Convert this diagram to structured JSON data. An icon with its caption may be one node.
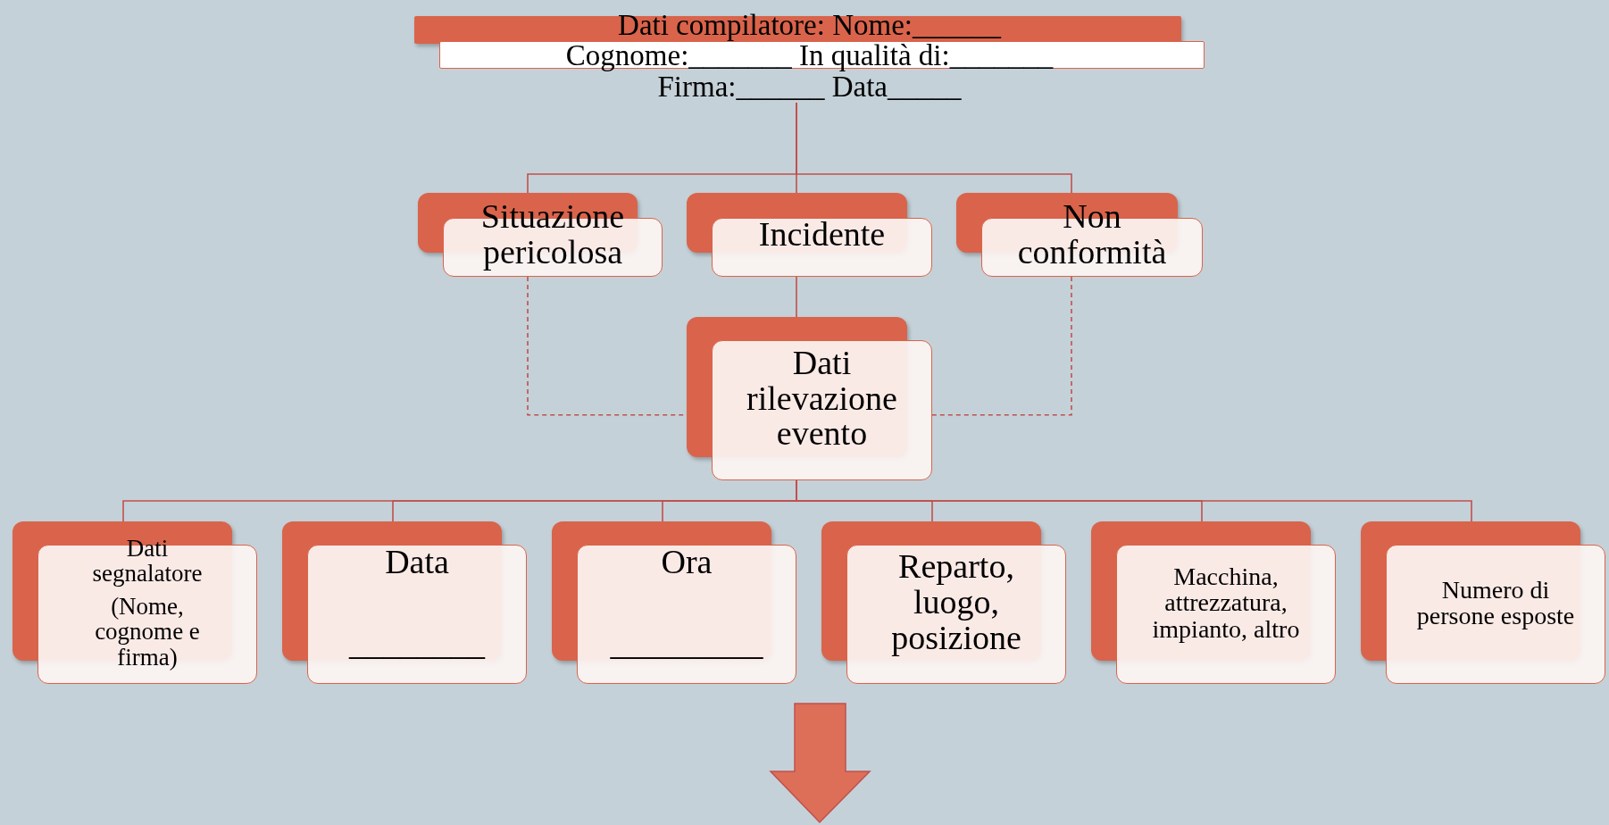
{
  "diagram": {
    "nodes": [
      {
        "text": [
          "Dati compilatore: Nome:______ Cognome:_______ In qualità di:_______ Firma:______ Data_____"
        ]
      },
      {
        "text": [
          "Situazione pericolosa"
        ]
      },
      {
        "text": [
          "Incidente"
        ]
      },
      {
        "text": [
          "Non conformità"
        ]
      },
      {
        "text": [
          "Dati rilevazione evento"
        ]
      },
      {
        "text": [
          "Dati segnalatore",
          "(Nome, cognome e firma)"
        ]
      },
      {
        "text": [
          "Data",
          "________"
        ]
      },
      {
        "text": [
          "Ora",
          "_________"
        ]
      },
      {
        "text": [
          "Reparto, luogo, posizione"
        ]
      },
      {
        "text": [
          "Macchina, attrezzatura, impianto, altro"
        ]
      },
      {
        "text": [
          "Numero di persone esposte"
        ]
      }
    ],
    "edges": [
      {
        "from": 0,
        "to": 1,
        "arrow": "none"
      },
      {
        "from": 0,
        "to": 2,
        "arrow": "none"
      },
      {
        "from": 0,
        "to": 3,
        "arrow": "none"
      },
      {
        "from": 2,
        "to": 4,
        "arrow": "none"
      },
      {
        "from": 1,
        "to": 4,
        "arrow": "none",
        "style": "dashed"
      },
      {
        "from": 3,
        "to": 4,
        "arrow": "none",
        "style": "dashed"
      },
      {
        "from": 4,
        "to": 5,
        "arrow": "none"
      },
      {
        "from": 4,
        "to": 6,
        "arrow": "none"
      },
      {
        "from": 4,
        "to": 7,
        "arrow": "none"
      },
      {
        "from": 4,
        "to": 8,
        "arrow": "none"
      },
      {
        "from": 4,
        "to": 9,
        "arrow": "none"
      },
      {
        "from": 4,
        "to": 10,
        "arrow": "none"
      }
    ]
  }
}
